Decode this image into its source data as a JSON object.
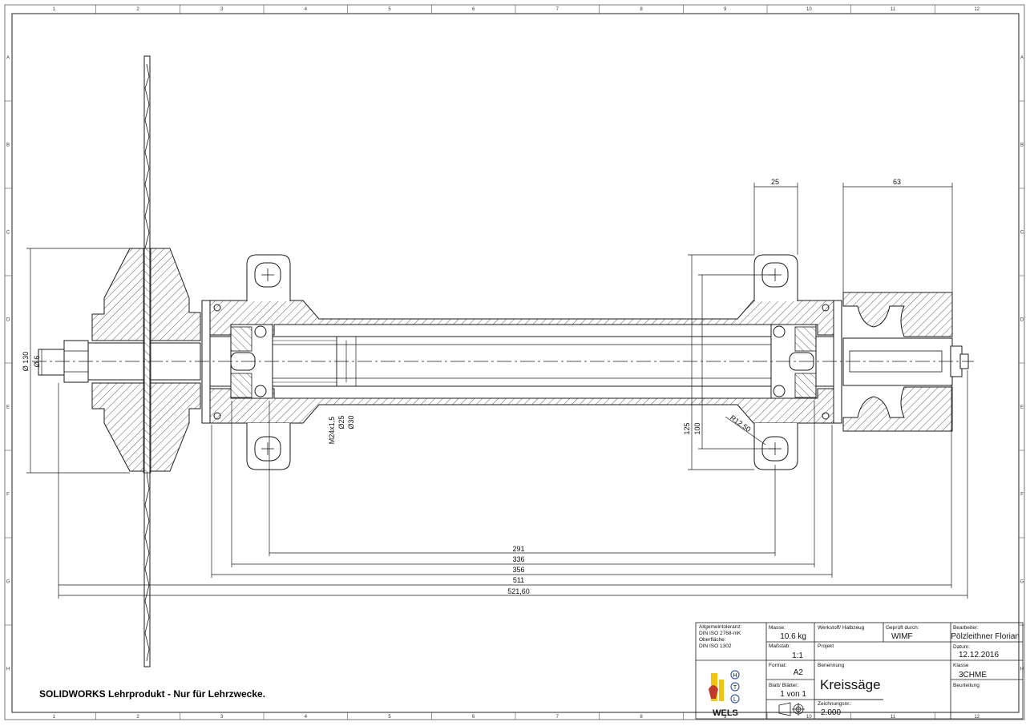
{
  "zone_columns": [
    "1",
    "2",
    "3",
    "4",
    "5",
    "6",
    "7",
    "8",
    "9",
    "10",
    "11",
    "12"
  ],
  "zone_rows": [
    "A",
    "B",
    "C",
    "D",
    "E",
    "F",
    "G",
    "H"
  ],
  "watermark": "SOLIDWORKS Lehrprodukt - Nur für Lehrzwecke.",
  "dimensions": {
    "d291": "291",
    "d336": "336",
    "d356": "356",
    "d511": "511",
    "d521": "521,60",
    "d25": "25",
    "d63": "63",
    "d125": "125",
    "d100": "100",
    "r1250": "R12,50",
    "m24": "M24x1,5",
    "dia25": "Ø25",
    "dia30": "Ø30",
    "dia130": "Ø 130",
    "dia6": "Ø 6"
  },
  "title_block": {
    "tolerance_label": "Allgemeintoleranz:",
    "tolerance_value": "DIN ISO 2768-mK",
    "surface_label": "Oberfläche:",
    "surface_value": "DIN ISO 1302",
    "mass_label": "Masse:",
    "mass_value": "10.6 kg",
    "material_label": "Werkstoff/ Halbzeug",
    "material_value": "",
    "checked_label": "Geprüft durch:",
    "checked_value": "WIMF",
    "editor_label": "Bearbeiter:",
    "editor_value": "Pölzleithner Florian",
    "scale_label": "Maßstab:",
    "scale_value": "1:1",
    "project_label": "Projekt",
    "project_value": "",
    "date_label": "Datum:",
    "date_value": "12.12.2016",
    "format_label": "Format:",
    "format_value": "A2",
    "name_label": "Benennung",
    "name_value": "Kreissäge",
    "class_label": "Klasse",
    "class_value": "3CHME",
    "sheet_label": "Blatt/ Blätter:",
    "sheet_value": "1 von 1",
    "rating_label": "Beurteilung",
    "drawing_no_label": "Zeichnungsnr.:",
    "drawing_no_value": "2.000",
    "logo_text": "WELS",
    "logo_letters": [
      "H",
      "T",
      "L"
    ]
  },
  "colors": {
    "line": "#1a1a1a",
    "hatch": "#333333",
    "logo_red": "#c0392b",
    "logo_yellow": "#f1c40f",
    "logo_blue": "#3b5fa8"
  }
}
